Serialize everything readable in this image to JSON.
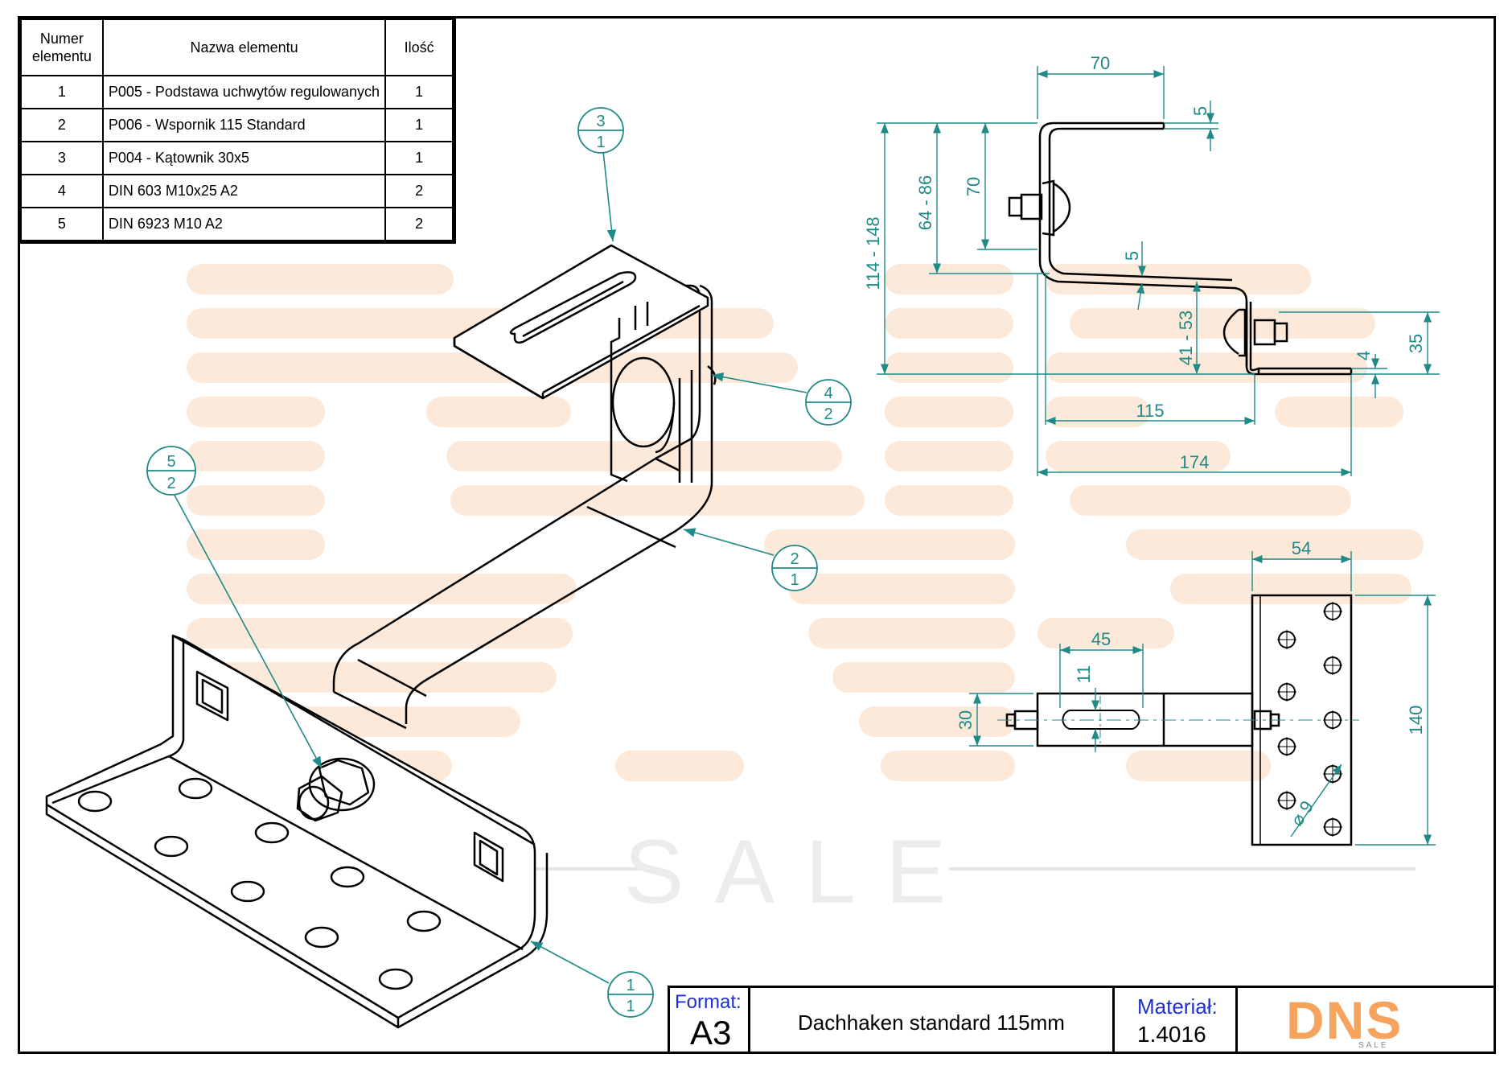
{
  "parts_table": {
    "headers": {
      "number": "Numer\nelementu",
      "name": "Nazwa elementu",
      "qty": "Ilość"
    },
    "rows": [
      {
        "number": "1",
        "name": "P005 - Podstawa uchwytów regulowanych",
        "qty": "1"
      },
      {
        "number": "2",
        "name": "P006 - Wspornik 115 Standard",
        "qty": "1"
      },
      {
        "number": "3",
        "name": "P004 - Kątownik 30x5",
        "qty": "1"
      },
      {
        "number": "4",
        "name": "DIN 603 M10x25 A2",
        "qty": "2"
      },
      {
        "number": "5",
        "name": "DIN 6923 M10 A2",
        "qty": "2"
      }
    ]
  },
  "balloons": [
    {
      "item": "3",
      "qty": "1"
    },
    {
      "item": "4",
      "qty": "2"
    },
    {
      "item": "5",
      "qty": "2"
    },
    {
      "item": "2",
      "qty": "1"
    },
    {
      "item": "1",
      "qty": "1"
    }
  ],
  "side_view_dims": [
    "70",
    "5",
    "70",
    "64 - 86",
    "114 - 148",
    "5",
    "41 - 53",
    "35",
    "4",
    "115",
    "174"
  ],
  "top_view_dims": [
    "54",
    "45",
    "11",
    "30",
    "140",
    "⌀ 9"
  ],
  "watermark": {
    "text": "SALE"
  },
  "title_block": {
    "format_label": "Format:",
    "format_value": "A3",
    "title": "Dachhaken standard 115mm",
    "material_label": "Materiał:",
    "material_value": "1.4016",
    "logo_text": "DNS",
    "logo_sub": "SALE"
  },
  "colors": {
    "dimension": "#1f8a87",
    "watermark": "#fde9d9",
    "logo": "#f6a35d",
    "label_blue": "#1d2fd1",
    "line": "#000000"
  }
}
